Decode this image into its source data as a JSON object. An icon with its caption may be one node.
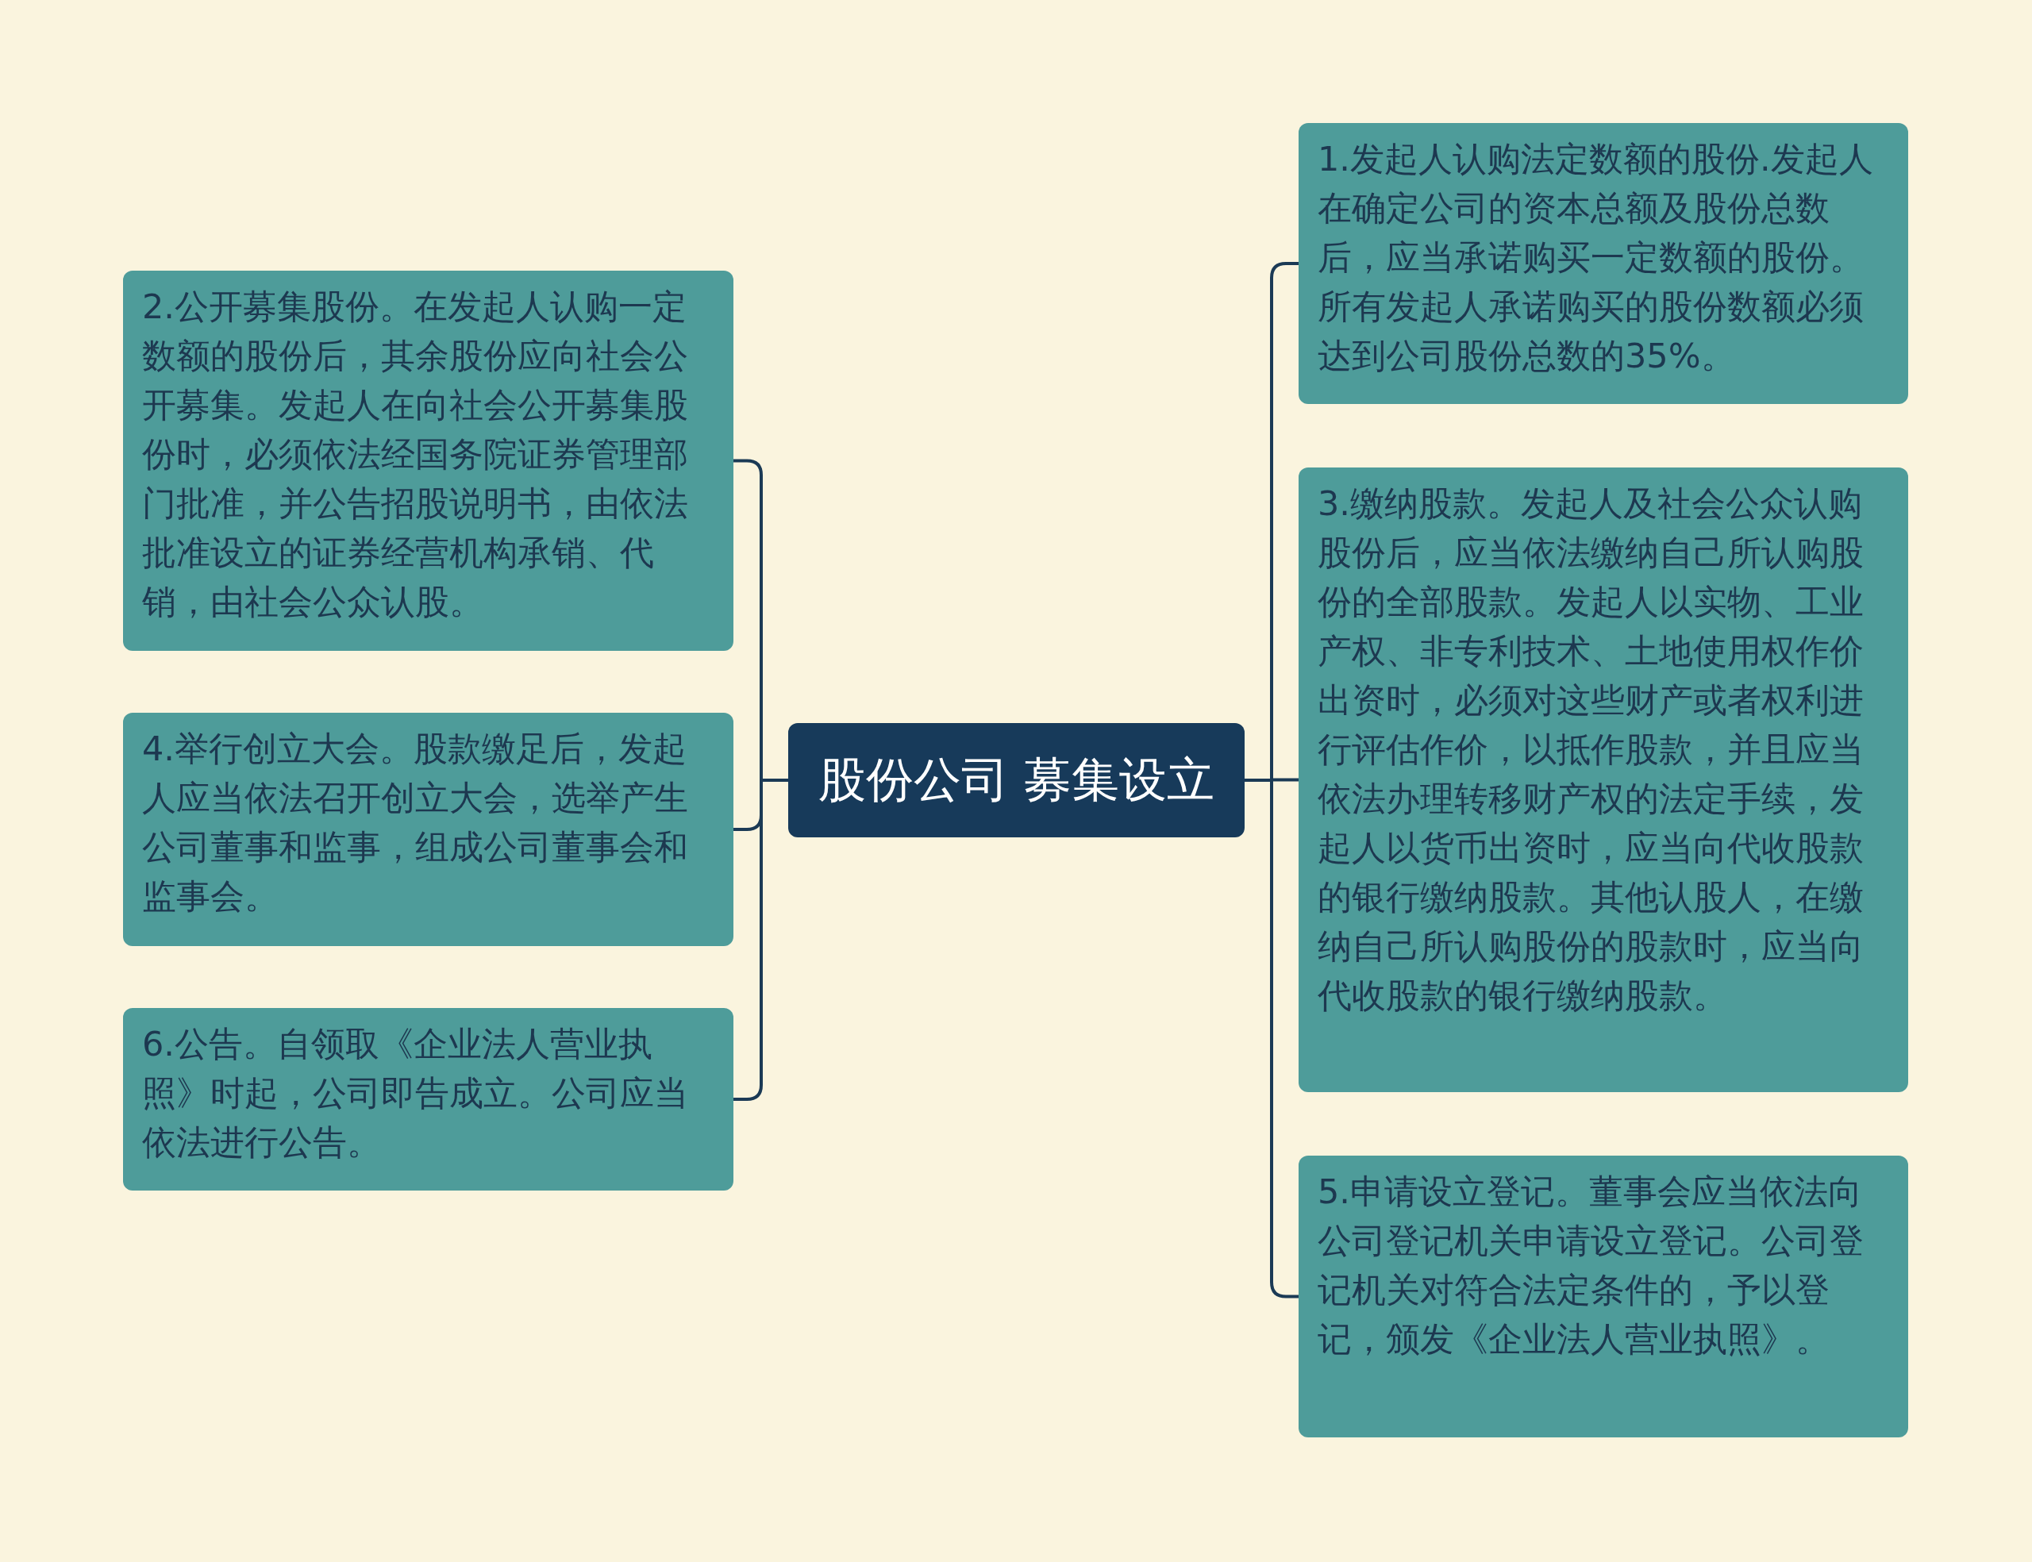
{
  "diagram": {
    "nodes": [
      {
        "text": [
          "股份公司 募集设立"
        ]
      },
      {
        "text": [
          "1.发起人认购法定数额的股份.发起人在确定公司的资本总额及股份总数后，应当承诺购买一定数额的股份。所有发起人承诺购买的股份数额必须达到公司股份总数的35%。"
        ]
      },
      {
        "text": [
          "2.公开募集股份。在发起人认购一定数额的股份后，其余股份应向社会公开募集。发起人在向社会公开募集股份时，必须依法经国务院证券管理部门批准，并公告招股说明书，由依法批准设立的证券经营机构承销、代销，由社会公众认股。"
        ]
      },
      {
        "text": [
          "3.缴纳股款。发起人及社会公众认购股份后，应当依法缴纳自己所认购股份的全部股款。发起人以实物、工业产权、非专利技术、土地使用权作价出资时，必须对这些财产或者权利进行评估作价，以抵作股款，并且应当依法办理转移财产权的法定手续，发起人以货币出资时，应当向代收股款的银行缴纳股款。其他认股人，在缴纳自己所认购股份的股款时，应当向代收股款的银行缴纳股款。"
        ]
      },
      {
        "text": [
          "4.举行创立大会。股款缴足后，发起人应当依法召开创立大会，选举产生公司董事和监事，组成公司董事会和监事会。"
        ]
      },
      {
        "text": [
          "5.申请设立登记。董事会应当依法向公司登记机关申请设立登记。公司登记机关对符合法定条件的，予以登记，颁发《企业法人营业执照》。"
        ]
      },
      {
        "text": [
          "6.公告。自领取《企业法人营业执照》时起，公司即告成立。公司应当依法进行公告。"
        ]
      }
    ],
    "edges": [
      {
        "from": 0,
        "to": 1,
        "arrow": "none"
      },
      {
        "from": 0,
        "to": 2,
        "arrow": "none"
      },
      {
        "from": 0,
        "to": 3,
        "arrow": "none"
      },
      {
        "from": 0,
        "to": 4,
        "arrow": "none"
      },
      {
        "from": 0,
        "to": 5,
        "arrow": "none"
      },
      {
        "from": 0,
        "to": 6,
        "arrow": "none"
      }
    ]
  }
}
